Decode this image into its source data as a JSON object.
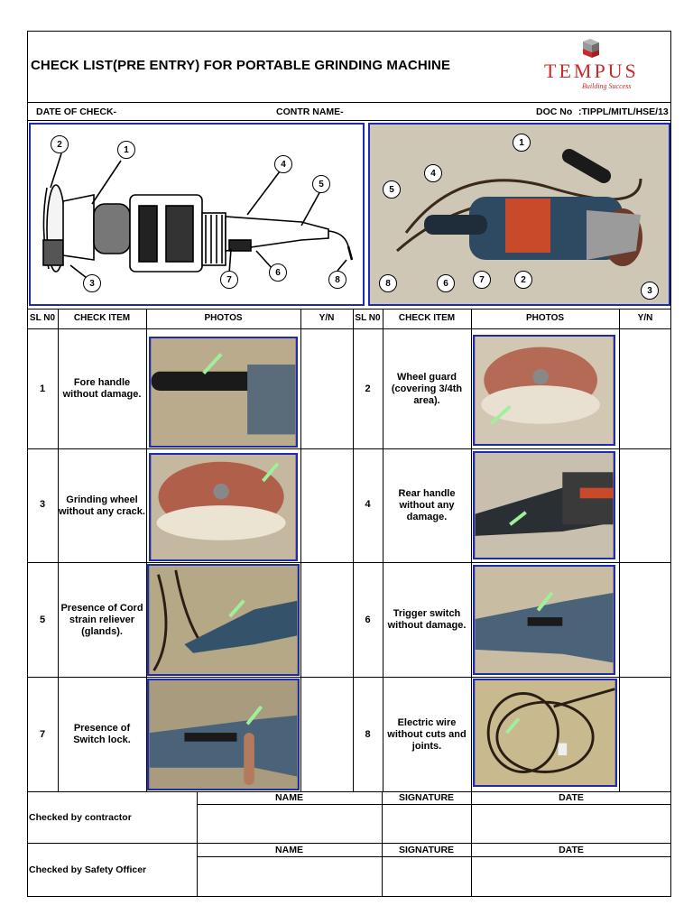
{
  "document": {
    "title": "CHECK LIST(PRE ENTRY) FOR PORTABLE GRINDING MACHINE",
    "logo": {
      "text": "TEMPUS",
      "tagline": "Building Success"
    },
    "date_label": "DATE OF CHECK-",
    "contr_label": "CONTR NAME-",
    "doc_no_label": "DOC No",
    "doc_no_value": ":TIPPL/MITL/HSE/13"
  },
  "diagram": {
    "callouts": [
      "1",
      "2",
      "3",
      "4",
      "5",
      "6",
      "7",
      "8"
    ]
  },
  "table": {
    "headers": [
      "SL N0",
      "CHECK ITEM",
      "PHOTOS",
      "Y/N"
    ],
    "rows": [
      {
        "left": {
          "sl": "1",
          "item": "Fore handle without damage."
        },
        "right": {
          "sl": "2",
          "item": "Wheel guard (covering 3/4th area)."
        }
      },
      {
        "left": {
          "sl": "3",
          "item": "Grinding wheel without any crack."
        },
        "right": {
          "sl": "4",
          "item": "Rear handle without any damage."
        }
      },
      {
        "left": {
          "sl": "5",
          "item": "Presence of Cord strain reliever (glands)."
        },
        "right": {
          "sl": "6",
          "item": "Trigger switch without damage."
        }
      },
      {
        "left": {
          "sl": "7",
          "item": "Presence of Switch lock."
        },
        "right": {
          "sl": "8",
          "item": "Electric wire without cuts and joints."
        }
      }
    ]
  },
  "signoff": {
    "headers": [
      "NAME",
      "SIGNATURE",
      "DATE"
    ],
    "contractor_label": "Checked by contractor",
    "safety_label": "Checked by Safety Officer"
  },
  "colors": {
    "photo_border": "#1c2bb0",
    "logo_red": "#c8292c",
    "logo_gray": "#7a7a7a"
  }
}
